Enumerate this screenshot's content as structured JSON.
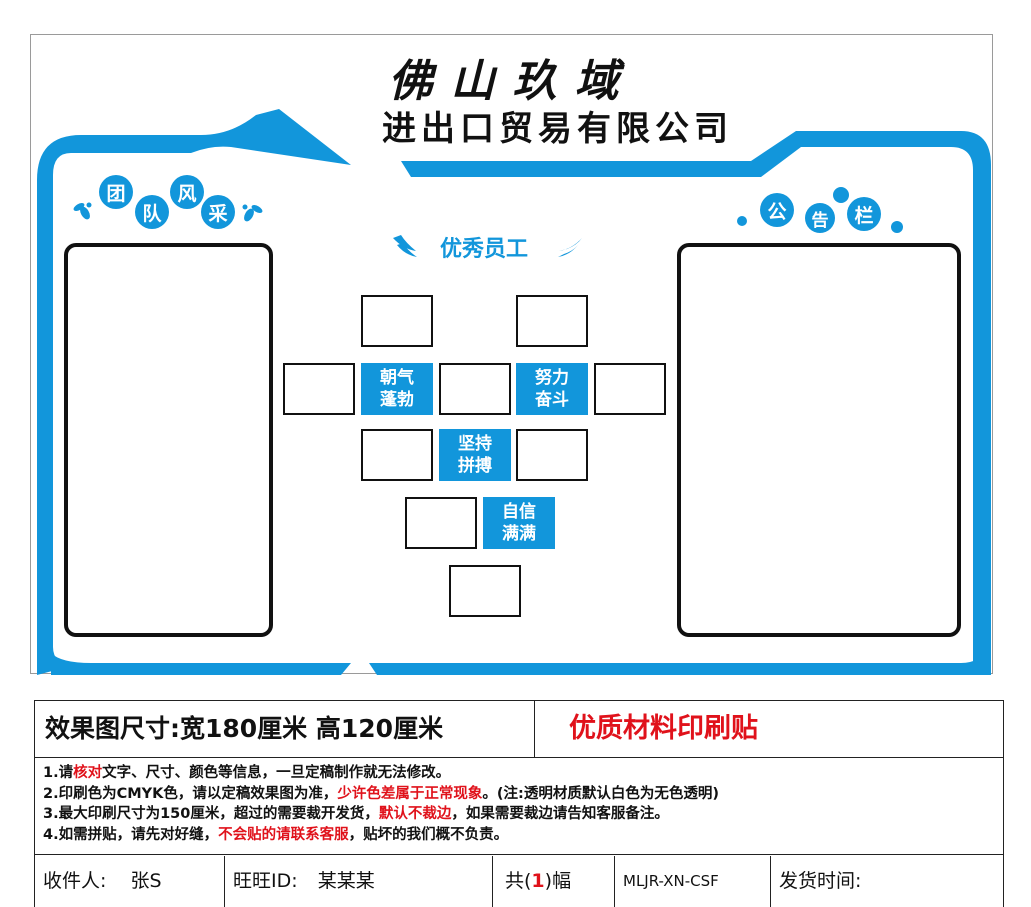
{
  "board": {
    "title_line1": "佛山玖域",
    "title_line2": "进出口贸易有限公司",
    "team": {
      "chars": [
        "团",
        "队",
        "风",
        "采"
      ]
    },
    "notice": {
      "chars": [
        "公",
        "告",
        "栏"
      ]
    },
    "section_title": "优秀员工",
    "mottos": [
      {
        "line1": "朝气",
        "line2": "蓬勃"
      },
      {
        "line1": "努力",
        "line2": "奋斗"
      },
      {
        "line1": "坚持",
        "line2": "拼搏"
      },
      {
        "line1": "自信",
        "line2": "满满"
      }
    ],
    "colors": {
      "accent": "#1296db",
      "frame": "#111111"
    }
  },
  "info": {
    "size_text": "效果图尺寸:宽180厘米  高120厘米",
    "quality_text": "优质材料印刷贴",
    "notes": [
      {
        "parts": [
          {
            "t": "1.请",
            "red": false
          },
          {
            "t": "核对",
            "red": true
          },
          {
            "t": "文字、尺寸、颜色等信息，一旦定稿制作就无法修改。",
            "red": false
          }
        ]
      },
      {
        "parts": [
          {
            "t": "2.印刷色为CMYK色，请以定稿效果图为准，",
            "red": false
          },
          {
            "t": "少许色差属于正常现象",
            "red": true
          },
          {
            "t": "。(注:透明材质默认白色为无色透明)",
            "red": false
          }
        ]
      },
      {
        "parts": [
          {
            "t": "3.最大印刷尺寸为150厘米，超过的需要裁开发货，",
            "red": false
          },
          {
            "t": "默认不裁边",
            "red": true
          },
          {
            "t": "，如果需要裁边请告知客服备注。",
            "red": false
          }
        ]
      },
      {
        "parts": [
          {
            "t": "4.如需拼贴，请先对好缝，",
            "red": false
          },
          {
            "t": "不会贴的请联系客服",
            "red": true
          },
          {
            "t": "，贴坏的我们概不负责。",
            "red": false
          }
        ]
      }
    ],
    "recipient_label": "收件人:",
    "recipient_value": "张S",
    "wangwang_label": "旺旺ID:",
    "wangwang_value": "某某某",
    "count_prefix": "共(",
    "count_value": "1",
    "count_suffix": ")幅",
    "product_code": "MLJR-XN-CSF",
    "ship_time_label": "发货时间:",
    "colors": {
      "highlight": "#e0121b"
    }
  }
}
